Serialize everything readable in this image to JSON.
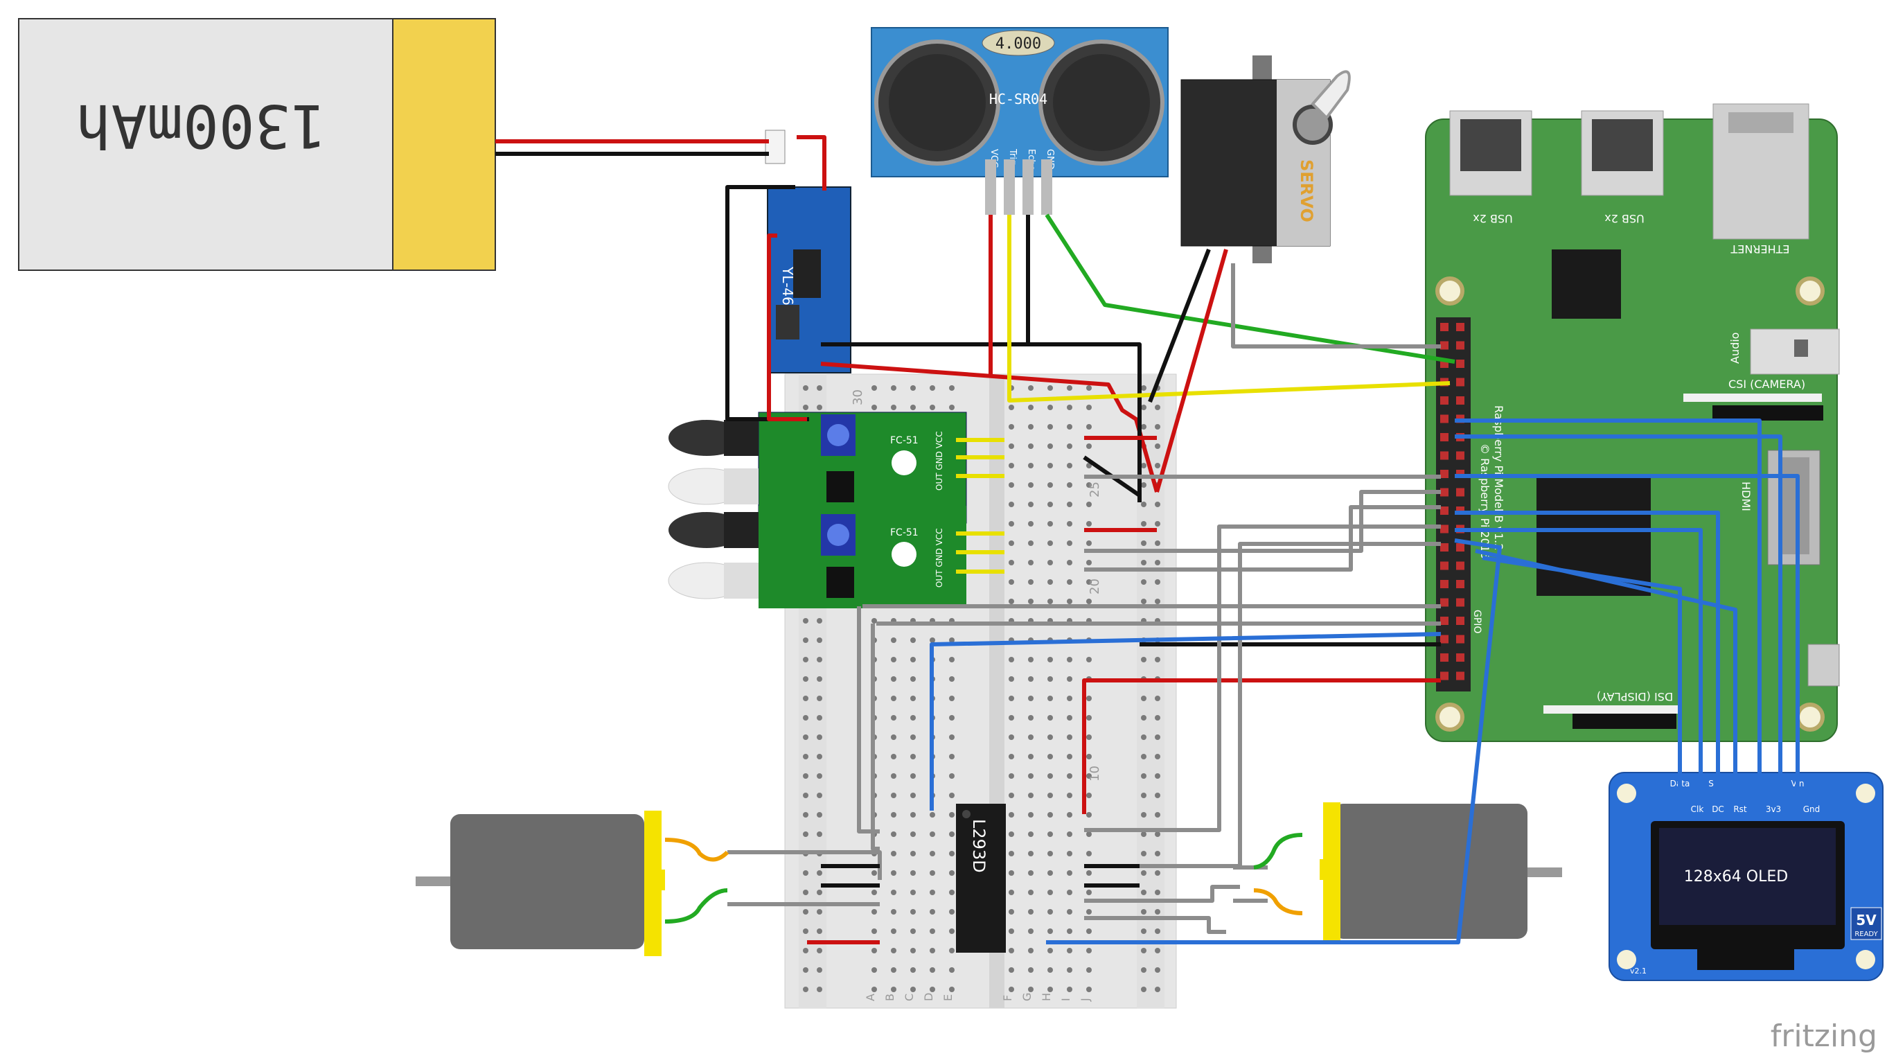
{
  "battery": {
    "capacity_label": "1300mAh"
  },
  "charger": {
    "label": "YL-46"
  },
  "ultrasonic": {
    "display_value": "4.000",
    "model": "HC-SR04",
    "pins": [
      "VCC",
      "Trig",
      "Echo",
      "GND"
    ]
  },
  "servo": {
    "label": "SERVO"
  },
  "raspberry_pi": {
    "usb1": "USB 2x",
    "usb2": "USB 2x",
    "ethernet": "ETHERNET",
    "audio": "Audio",
    "csi": "CSI (CAMERA)",
    "model_line1": "Raspberry Pi Model B v1.2",
    "model_line2": "© Raspberry Pi 2015",
    "hdmi": "HDMI",
    "dsi": "DSI (DISPLAY)",
    "gpio": "GPIO"
  },
  "ir_sensor_1": {
    "label": "FC-51",
    "pins": "OUT GND VCC"
  },
  "ir_sensor_2": {
    "label": "FC-51",
    "pins": "OUT GND VCC"
  },
  "motor_driver": {
    "label": "L293D"
  },
  "breadboard": {
    "row_numbers": [
      "30",
      "25",
      "20",
      "10"
    ],
    "col_letters": [
      "A",
      "B",
      "C",
      "D",
      "E",
      "F",
      "G",
      "H",
      "I",
      "J"
    ]
  },
  "oled": {
    "screen_label": "128x64 OLED",
    "pins_top": [
      "Data",
      "",
      "S",
      "",
      "",
      "Vin"
    ],
    "pins_bottom": [
      "Clk",
      "DC",
      "Rst",
      "3v3",
      "Gnd"
    ],
    "badge": "5V",
    "badge_sub": "READY",
    "version": "v2.1"
  },
  "watermark": "fritzing",
  "wire_colors": {
    "red": "#cc1111",
    "black": "#111111",
    "yellow": "#e8e000",
    "green": "#22aa22",
    "blue": "#2a6fd6",
    "gray": "#8c8c8c"
  }
}
